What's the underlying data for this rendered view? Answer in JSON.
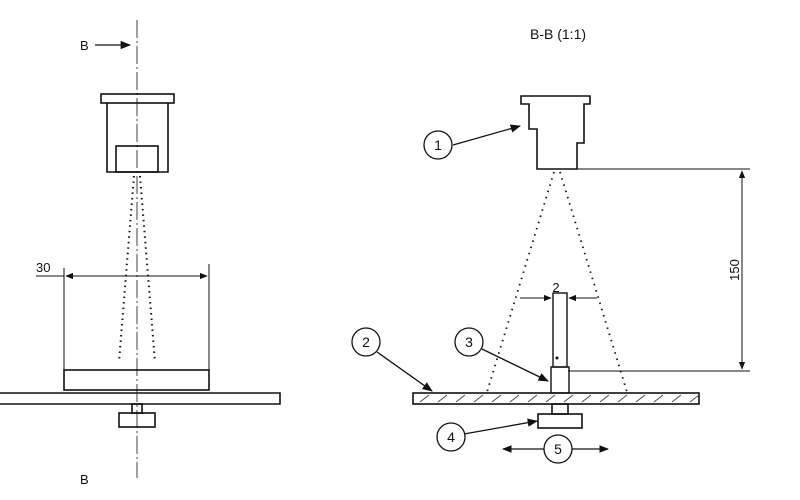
{
  "left_view": {
    "section_marker_top": "B",
    "section_marker_bottom": "B",
    "dimension_width": "30"
  },
  "right_view": {
    "section_title": "B-B (1:1)",
    "dimension_height": "150",
    "dimension_gap": "2",
    "callouts": [
      "1",
      "2",
      "3",
      "4",
      "5"
    ]
  },
  "colors": {
    "line": "#111111",
    "hatch": "#333333"
  }
}
